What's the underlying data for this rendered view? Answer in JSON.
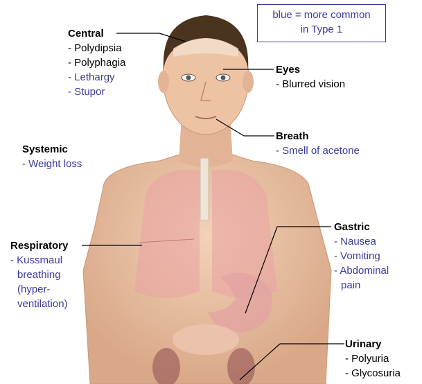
{
  "legend": {
    "line1": "blue = more common",
    "line2": "in Type 1"
  },
  "colors": {
    "type1_blue": "#3a3a9c",
    "other_black": "#000000"
  },
  "central": {
    "title": "Central",
    "items": [
      "- Polydipsia",
      "- Polyphagia",
      "- Lethargy",
      "- Stupor"
    ]
  },
  "eyes": {
    "title": "Eyes",
    "items": [
      "- Blurred vision"
    ]
  },
  "breath": {
    "title": "Breath",
    "items": [
      "- Smell of acetone"
    ]
  },
  "systemic": {
    "title": "Systemic",
    "items": [
      "- Weight loss"
    ]
  },
  "respiratory": {
    "title": "Respiratory",
    "items": [
      "- Kussmaul",
      "breathing",
      "(hyper-",
      "ventilation)"
    ]
  },
  "gastric": {
    "title": "Gastric",
    "items": [
      "- Nausea",
      "- Vomiting",
      "- Abdominal",
      "pain"
    ]
  },
  "urinary": {
    "title": "Urinary",
    "items": [
      "- Polyuria",
      "- Glycosuria"
    ]
  }
}
